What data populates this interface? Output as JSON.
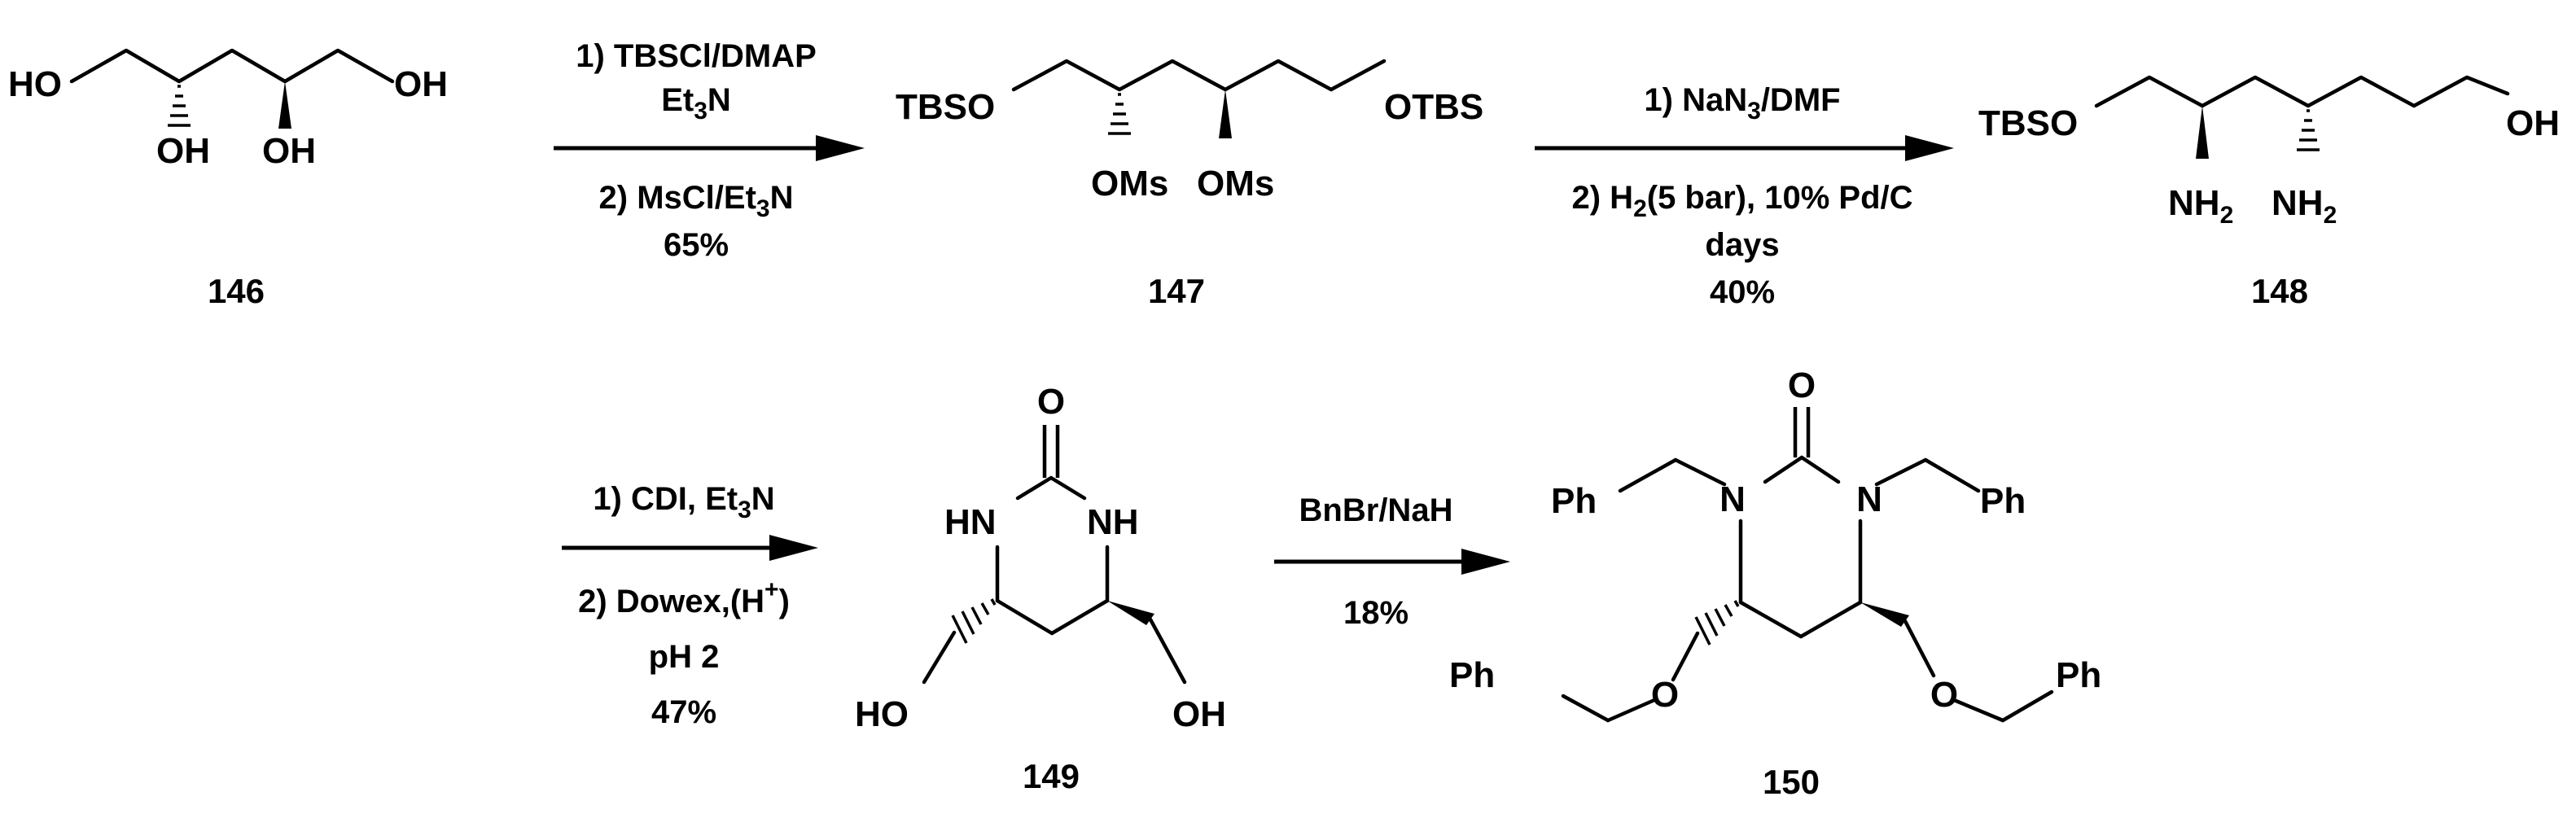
{
  "scheme": {
    "compounds": [
      {
        "id": "146",
        "labels": {
          "ho_left": "HO",
          "oh_right": "OH",
          "oh_a": "OH",
          "oh_b": "OH"
        }
      },
      {
        "id": "147",
        "labels": {
          "tbso": "TBSO",
          "otbs": "OTBS",
          "oms_a": "OMs",
          "oms_b": "OMs"
        }
      },
      {
        "id": "148",
        "labels": {
          "tbso": "TBSO",
          "oh": "OH",
          "nh2_a": "NH",
          "nh2_b": "NH",
          "sub": "2"
        }
      },
      {
        "id": "149",
        "labels": {
          "o": "O",
          "hn": "HN",
          "nh": "NH",
          "ho": "HO",
          "oh": "OH"
        }
      },
      {
        "id": "150",
        "labels": {
          "o": "O",
          "n_left": "N",
          "n_right": "N",
          "ph_tl": "Ph",
          "ph_tr": "Ph",
          "ph_bl": "Ph",
          "ph_br": "Ph",
          "o_left": "O",
          "o_right": "O"
        }
      }
    ],
    "reactions": [
      {
        "above": [
          "1) TBSCl/DMAP",
          "Et",
          "3",
          "N"
        ],
        "below": [
          "2) MsCl/Et",
          "3",
          "N",
          "65%"
        ]
      },
      {
        "above": [
          "1) NaN",
          "3",
          "/DMF"
        ],
        "below": [
          "2) H",
          "2",
          "(5 bar), 10% Pd/C",
          "days",
          "40%"
        ]
      },
      {
        "above": [
          "1) CDI, Et",
          "3",
          "N"
        ],
        "below": [
          "2) Dowex,(H",
          "+",
          ")",
          "pH 2",
          "47%"
        ]
      },
      {
        "above": [
          "BnBr/NaH"
        ],
        "below": [
          "18%"
        ]
      }
    ]
  }
}
